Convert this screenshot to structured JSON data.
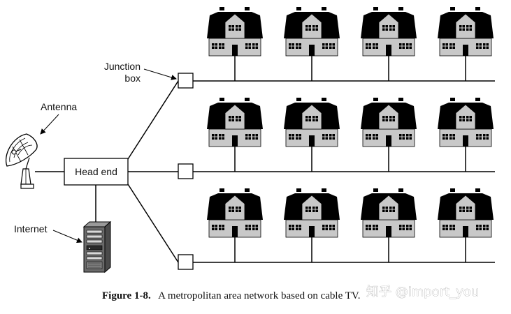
{
  "labels": {
    "junction_box_line1": "Junction",
    "junction_box_line2": "box",
    "antenna": "Antenna",
    "head_end": "Head end",
    "internet": "Internet"
  },
  "caption": {
    "figure_number": "Figure 1-8.",
    "text": "A metropolitan area network based on cable TV."
  },
  "watermark": "知乎 @import_you",
  "colors": {
    "roof": "#000000",
    "house_wall": "#c8c8c8",
    "window": "#000000",
    "line": "#000000",
    "server": "#6a6a6a"
  },
  "houses": {
    "rows": 3,
    "per_row": 4
  }
}
